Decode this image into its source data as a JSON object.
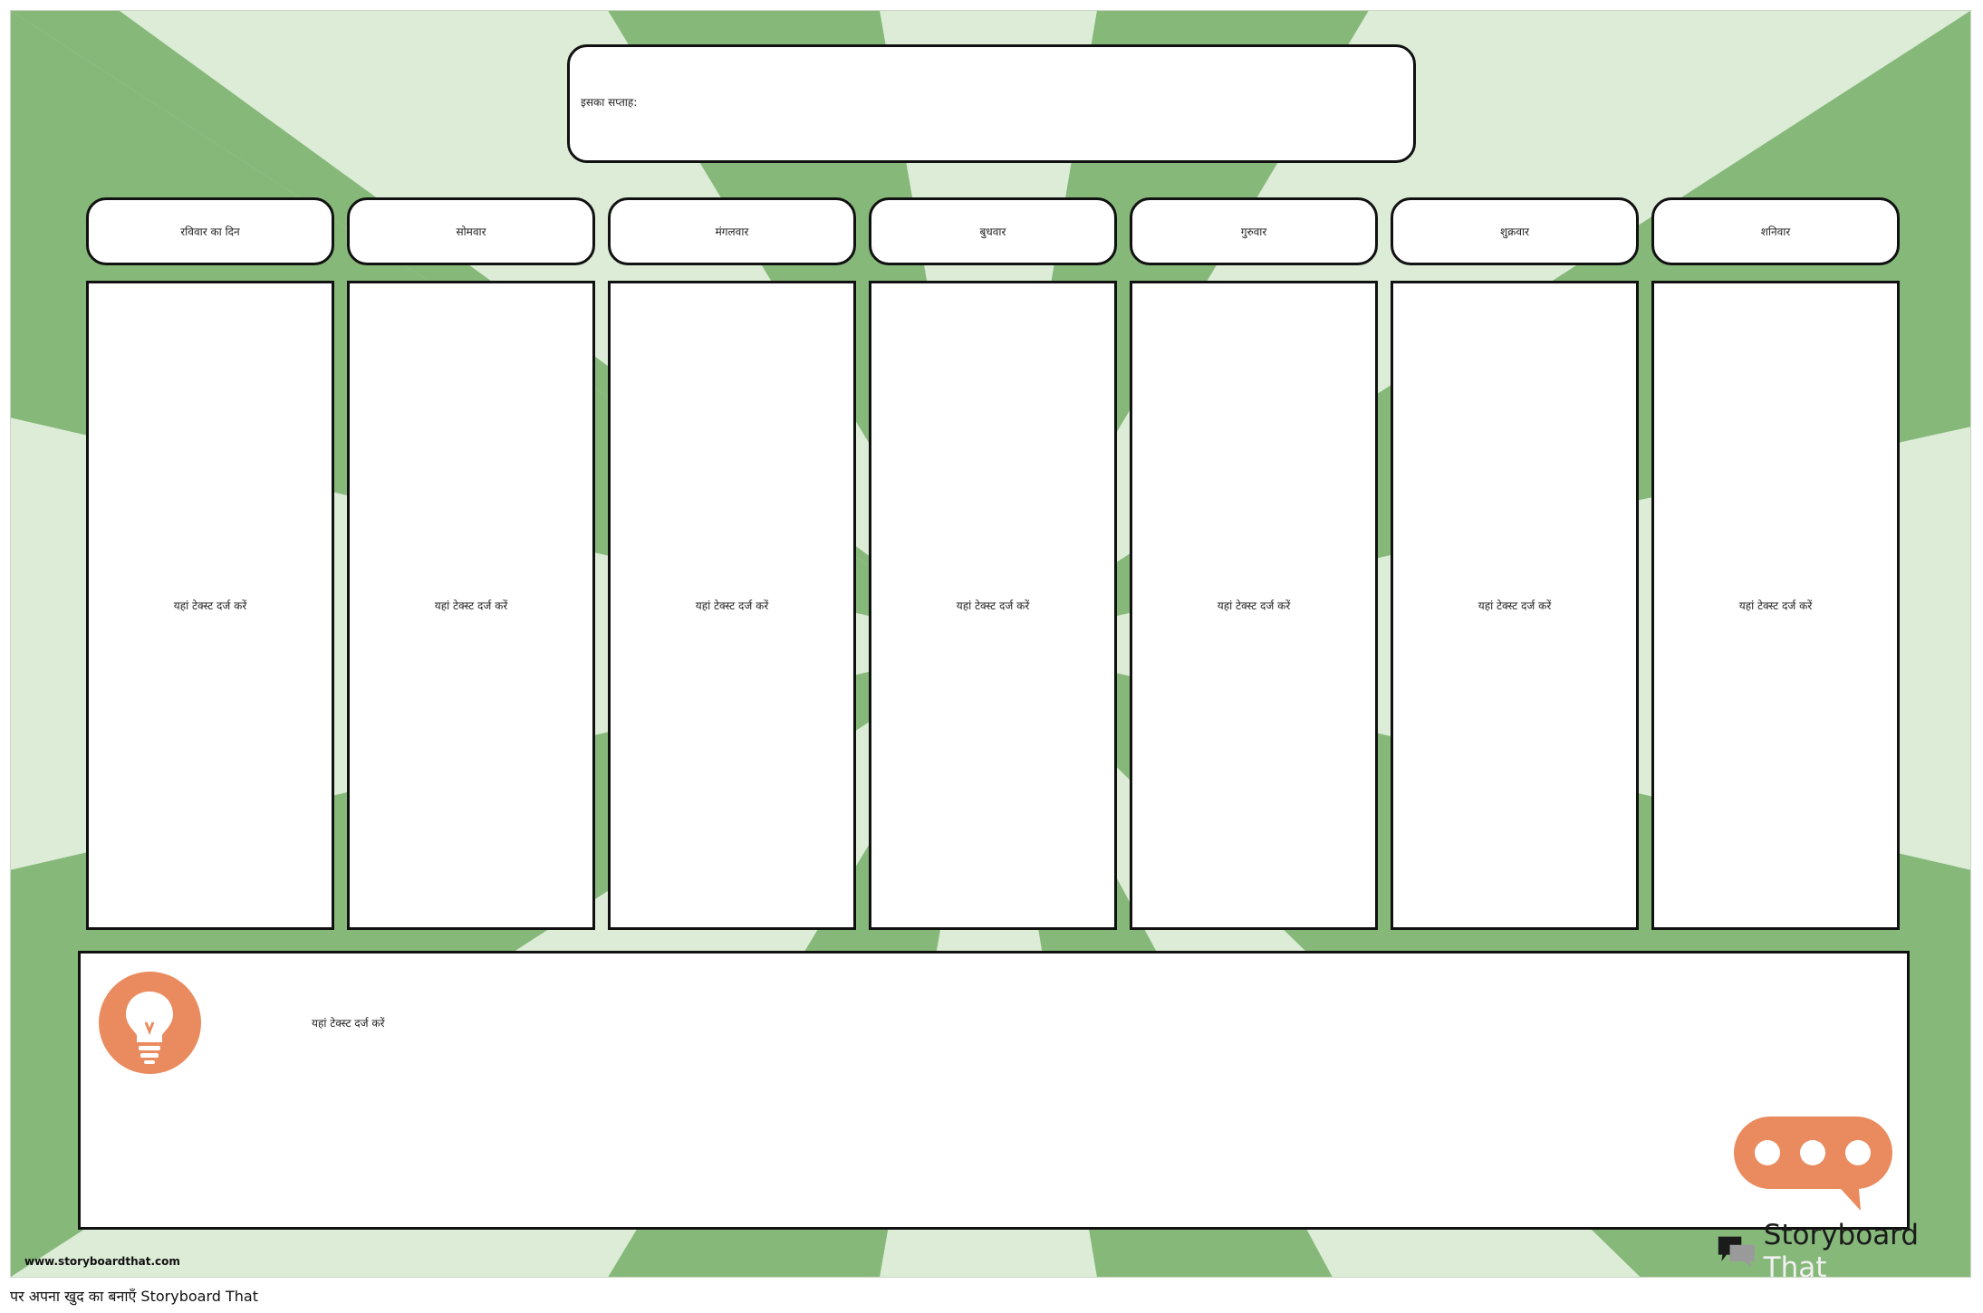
{
  "title": {
    "label": "इसका सप्ताह:"
  },
  "days": [
    {
      "header": "रविवार का दिन",
      "body": "यहां टेक्स्ट दर्ज करें"
    },
    {
      "header": "सोमवार",
      "body": "यहां टेक्स्ट दर्ज करें"
    },
    {
      "header": "मंगलवार",
      "body": "यहां टेक्स्ट दर्ज करें"
    },
    {
      "header": "बुधवार",
      "body": "यहां टेक्स्ट दर्ज करें"
    },
    {
      "header": "गुरुवार",
      "body": "यहां टेक्स्ट दर्ज करें"
    },
    {
      "header": "शुक्रवार",
      "body": "यहां टेक्स्ट दर्ज करें"
    },
    {
      "header": "शनिवार",
      "body": "यहां टेक्स्ट दर्ज करें"
    }
  ],
  "notes": {
    "text": "यहां टेक्स्ट दर्ज करें"
  },
  "site": "www.storyboardthat.com",
  "logo": {
    "word1": "Storyboard",
    "word2": "That"
  },
  "footer": "पर अपना खुद का बनाएँ Storyboard That",
  "icons": {
    "bulb": "lightbulb-icon",
    "bubble": "speech-bubble-icon",
    "logo": "storyboard-that-logo-icon"
  },
  "colors": {
    "ray_dark": "#86b87a",
    "ray_light": "#dcecd6",
    "accent": "#e98b5e"
  }
}
